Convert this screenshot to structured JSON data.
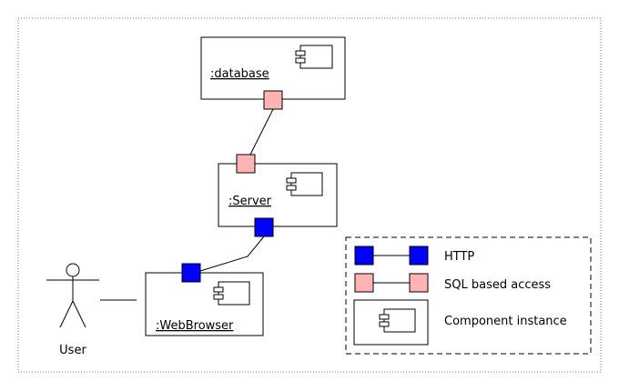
{
  "colors": {
    "http_port": "#0000ff",
    "sql_port": "#ffb3b3",
    "line": "#000000",
    "background": "#ffffff"
  },
  "components": {
    "database": {
      "name": ":database",
      "icon": "component-icon"
    },
    "server": {
      "name": ":Server",
      "icon": "component-icon"
    },
    "browser": {
      "name": ":WebBrowser",
      "icon": "component-icon"
    }
  },
  "actor": {
    "label": "User",
    "icon": "stick-figure-icon"
  },
  "legend": {
    "http": "HTTP",
    "sql": "SQL based access",
    "component": "Component instance"
  }
}
